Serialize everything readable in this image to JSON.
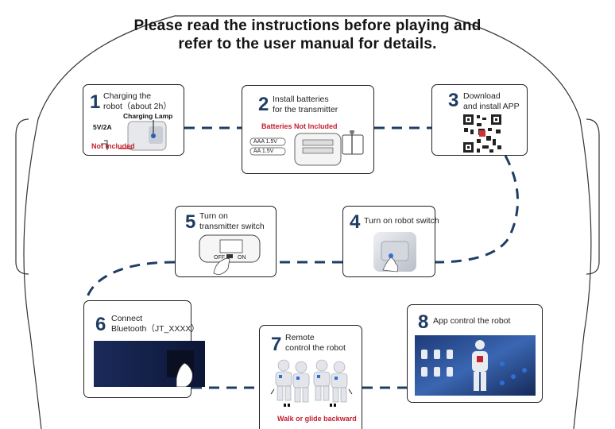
{
  "header": {
    "line1": "Please read the instructions before playing and",
    "line2": "refer to the user manual for details."
  },
  "steps": [
    {
      "num": "1",
      "label_line1": "Charging the",
      "label_line2": "robot（about 2h）",
      "charging_lamp": "Charging Lamp",
      "voltage": "5V/2A",
      "note": "Not Included"
    },
    {
      "num": "2",
      "label_line1": "Install batteries",
      "label_line2": "for the transmitter",
      "note": "Batteries Not Included",
      "battery1": "AAA 1.5V",
      "battery2": "AA 1.5V"
    },
    {
      "num": "3",
      "label_line1": "Download",
      "label_line2": "and install APP"
    },
    {
      "num": "4",
      "label_line1": "Turn on robot switch"
    },
    {
      "num": "5",
      "label_line1": "Turn on",
      "label_line2": "transmitter switch",
      "off": "OFF",
      "on": "ON"
    },
    {
      "num": "6",
      "label_line1": "Connect",
      "label_line2": "Bluetooth（JT_XXXX）"
    },
    {
      "num": "7",
      "label_line1": "Remote",
      "label_line2": "control the robot",
      "note": "Walk or glide backward"
    },
    {
      "num": "8",
      "label_line1": "App control the robot"
    }
  ],
  "colors": {
    "accent": "#1f3d64",
    "warning": "#c41f2f",
    "outline": "#222222"
  }
}
